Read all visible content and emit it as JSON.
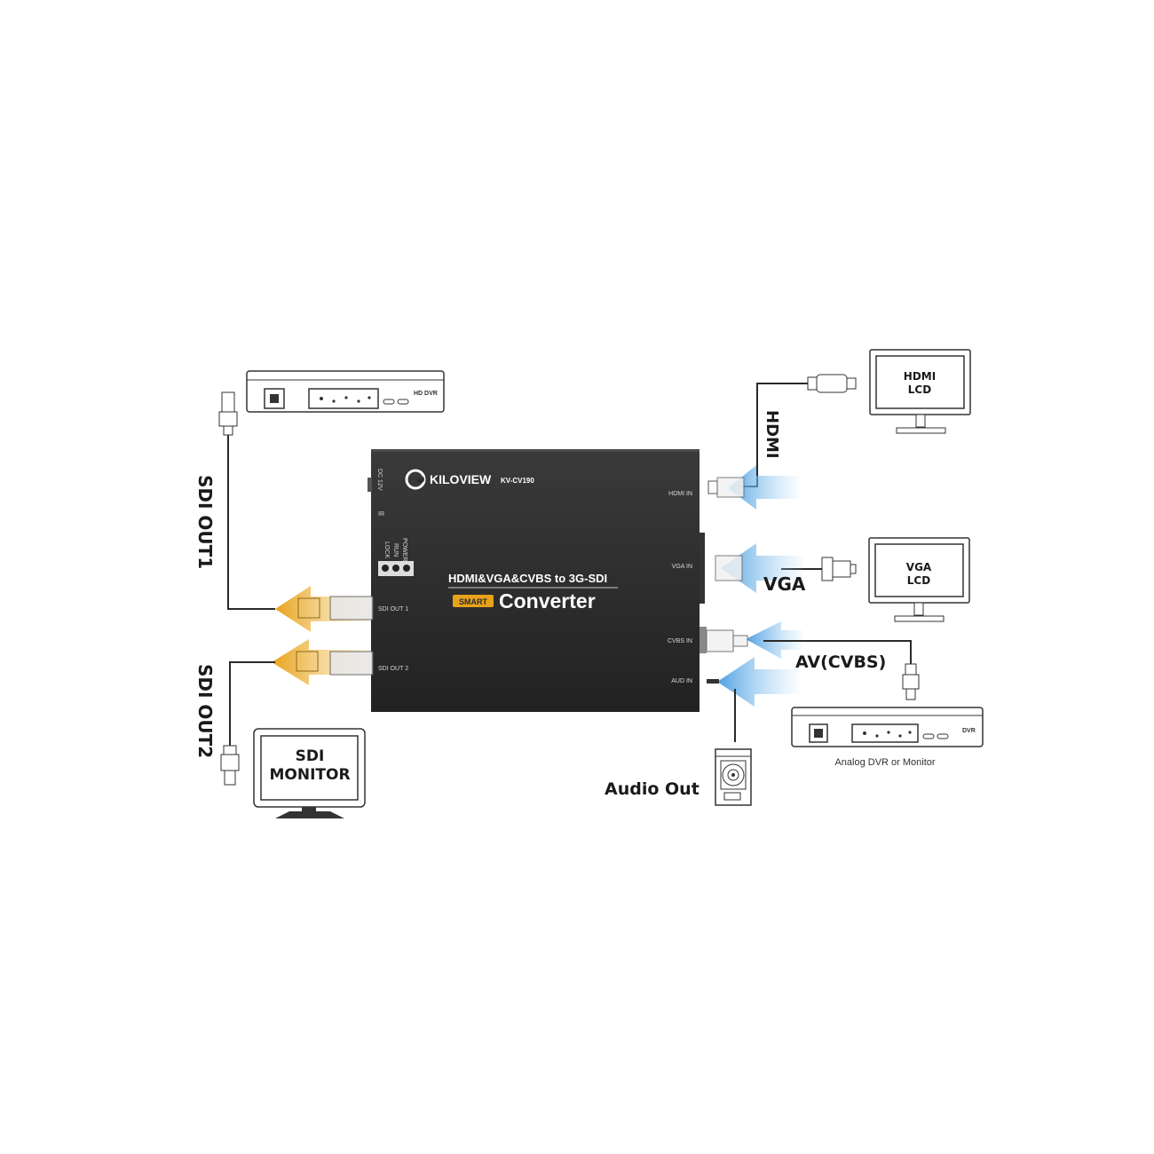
{
  "converter": {
    "brand": "KILOVIEW",
    "model": "KV-CV190",
    "title_line1": "HDMI&VGA&CVBS to 3G-SDI",
    "badge": "SMART",
    "title_line2": "Converter",
    "side_labels": {
      "dc": "DC 12V",
      "ir": "IR",
      "power": "POWER",
      "run": "RUN",
      "lock": "LOCK"
    },
    "ports": {
      "sdi_out_1": "SDI OUT 1",
      "sdi_out_2": "SDI OUT 2",
      "hdmi_in": "HDMI IN",
      "vga_in": "VGA IN",
      "cvbs_in": "CVBS IN",
      "aud_in": "AUD IN"
    }
  },
  "labels": {
    "sdi_out1": "SDI OUT1",
    "sdi_out2": "SDI OUT2",
    "hdmi": "HDMI",
    "vga": "VGA",
    "av_cvbs": "AV(CVBS)",
    "audio_out": "Audio Out"
  },
  "devices": {
    "hd_dvr": "HD DVR",
    "hdmi_lcd": [
      "HDMI",
      "LCD"
    ],
    "vga_lcd": [
      "VGA",
      "LCD"
    ],
    "dvr": "DVR",
    "analog_caption": "Analog DVR or Monitor",
    "sdi_monitor": [
      "SDI",
      "MONITOR"
    ]
  },
  "colors": {
    "device_body": "#2b2b2b",
    "output_arrow": "#e8a21a",
    "input_arrow": "#5aa9e6",
    "badge": "#e8a21a"
  },
  "icons": [
    "kiloview-logo-icon",
    "bnc-connector-icon",
    "hdmi-plug-icon",
    "vga-plug-icon",
    "speaker-icon"
  ]
}
